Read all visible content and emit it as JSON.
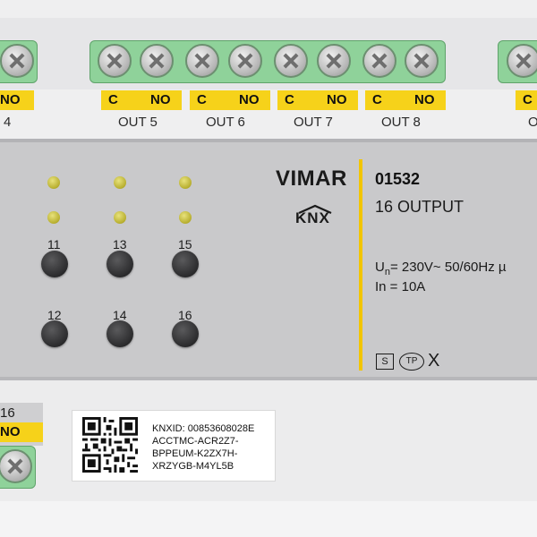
{
  "brand": {
    "name": "VIMAR",
    "knx_logo_text": "KNX"
  },
  "product": {
    "code": "01532",
    "description": "16 OUTPUT",
    "voltage_prefix": "U",
    "voltage_sub": "n",
    "voltage_text": "= 230V~ 50/60Hz µ",
    "current_text": "In = 10A"
  },
  "terminal_labels": {
    "c": "C",
    "no": "NO"
  },
  "outputs_top": [
    {
      "label": "4"
    },
    {
      "label": "OUT 5"
    },
    {
      "label": "OUT 6"
    },
    {
      "label": "OUT 7"
    },
    {
      "label": "OUT 8"
    },
    {
      "label": "O"
    }
  ],
  "output_bottom": {
    "number": "16"
  },
  "channels": [
    {
      "number": "11"
    },
    {
      "number": "13"
    },
    {
      "number": "15"
    },
    {
      "number": "12"
    },
    {
      "number": "14"
    },
    {
      "number": "16"
    }
  ],
  "certification_marks": {
    "s": "S",
    "tp": "TP",
    "x": "X"
  },
  "qr_label": {
    "line1": "KNXID:  00853608028E",
    "line2": "ACCTMC-ACR2Z7-",
    "line3": "BPPEUM-K2ZX7H-",
    "line4": "XRZYGB-M4YL5B"
  },
  "colors": {
    "panel": "#c9c9cb",
    "housing": "#efeff0",
    "terminal_green": "#8fd29a",
    "label_yellow": "#f6d21a",
    "divider_yellow": "#f2c500",
    "led": "#c9c047",
    "button": "#2b2b2d"
  }
}
